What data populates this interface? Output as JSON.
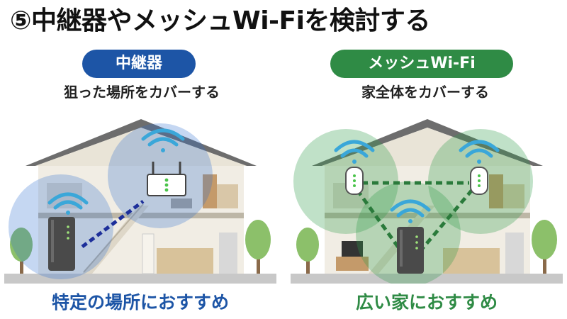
{
  "title": "⑤中継器やメッシュWi-Fiを検討する",
  "left": {
    "label": "中継器",
    "subtitle": "狙った場所をカバーする",
    "caption": "特定の場所におすすめ",
    "accent": "#1d55a6"
  },
  "right": {
    "label": "メッシュWi-Fi",
    "subtitle": "家全体をカバーする",
    "caption": "広い家におすすめ",
    "accent": "#2f8b45"
  },
  "icons": [
    "wifi-icon",
    "router-icon",
    "repeater-icon",
    "mesh-node-icon",
    "tree-icon",
    "house-icon"
  ]
}
